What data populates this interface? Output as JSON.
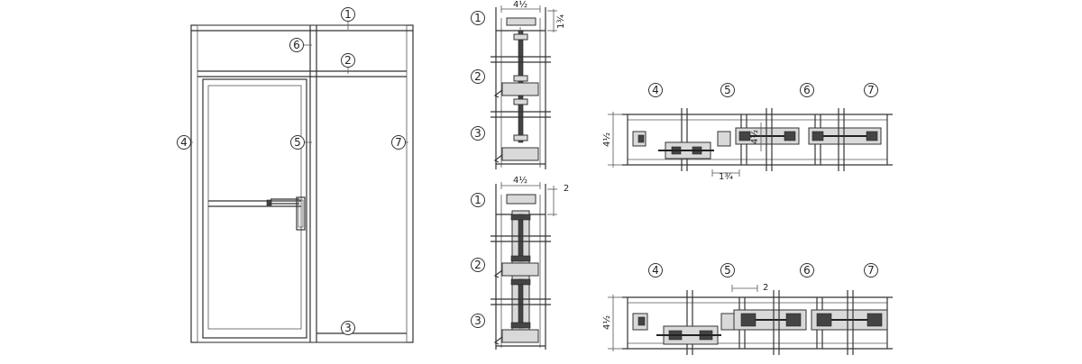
{
  "elevation": {
    "callouts": [
      "1",
      "6",
      "2",
      "4",
      "5",
      "7",
      "3"
    ]
  },
  "vertical_sections": [
    {
      "dimension_width": "4½",
      "dimension_depth": "1¾",
      "labels": [
        "1",
        "2",
        "3"
      ]
    },
    {
      "dimension_width": "4½",
      "dimension_depth": "2",
      "labels": [
        "1",
        "2",
        "3"
      ]
    }
  ],
  "horizontal_sections": [
    {
      "labels": [
        "4",
        "5",
        "6",
        "7"
      ],
      "dimension_height": "4½",
      "dimension_inner": "4½",
      "dimension_depth": "1¾"
    },
    {
      "labels": [
        "4",
        "5",
        "6",
        "7"
      ],
      "dimension_height": "4½",
      "dimension_depth": "2"
    }
  ]
}
